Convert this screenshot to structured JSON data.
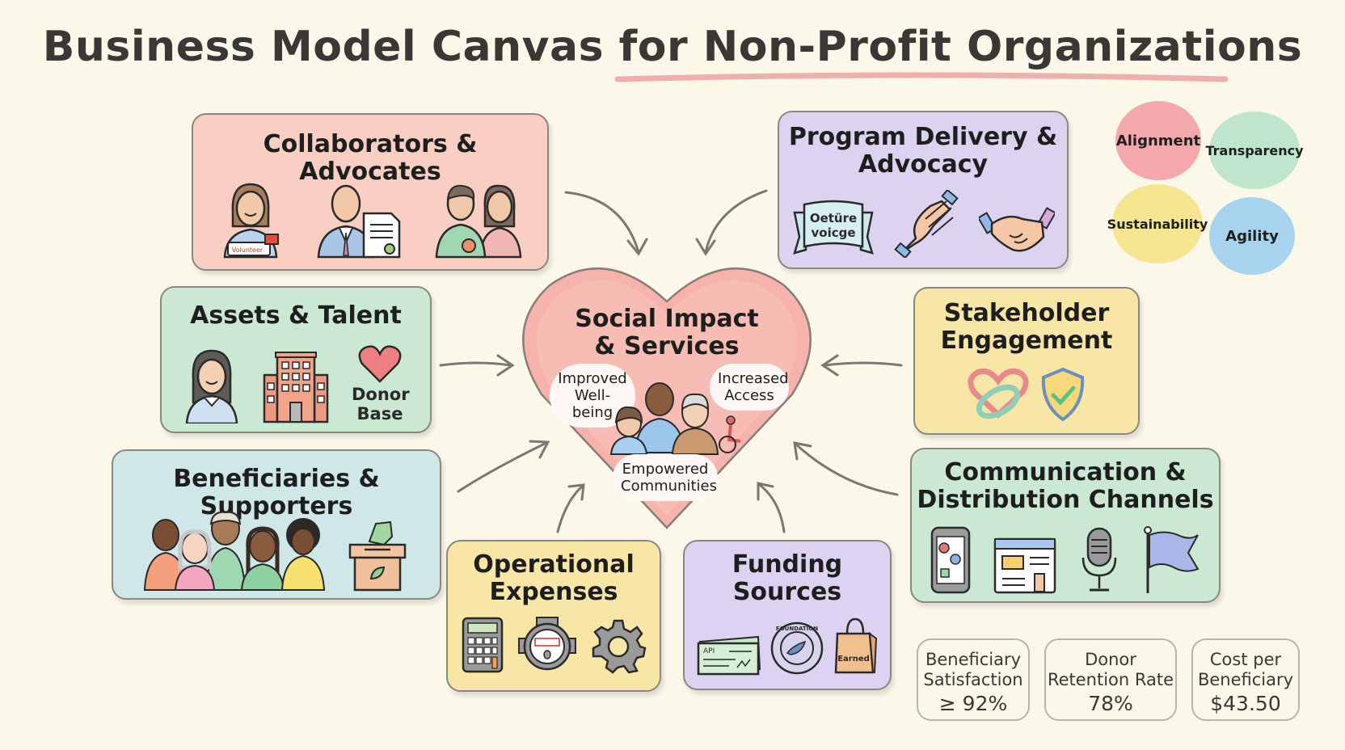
{
  "title": "Business Model Canvas for Non-Profit Organizations",
  "colors": {
    "background": "#fbf8ea",
    "underline": "#e98a8a",
    "heart": "#f4a9a1",
    "pink_box": "#f8cfc2",
    "lavender_box": "#dcd3f1",
    "mint_box": "#cbe8d3",
    "sky_box": "#cfe7e6",
    "butter_box": "#f8e6a6"
  },
  "center": {
    "title_line1": "Social Impact",
    "title_line2": "& Services",
    "bubbles": [
      {
        "line1": "Improved",
        "line2": "Well-being"
      },
      {
        "line1": "Increased",
        "line2": "Access"
      },
      {
        "line1": "Empowered",
        "line2": "Communities"
      }
    ]
  },
  "blocks": {
    "collaborators": {
      "title": "Collaborators & Advocates",
      "icons": [
        "volunteer-icon",
        "partner-with-document-icon",
        "advocates-icon"
      ],
      "badge_text": "Volunteer"
    },
    "assets": {
      "title": "Assets & Talent",
      "icons": [
        "staff-icon",
        "building-icon",
        "heart-icon"
      ],
      "caption_line1": "Donor",
      "caption_line2": "Base"
    },
    "beneficiaries": {
      "title": "Beneficiaries & Supporters",
      "icons": [
        "community-group-icon",
        "donation-box-icon"
      ]
    },
    "program": {
      "title_line1": "Program Delivery &",
      "title_line2": "Advocacy",
      "icons": [
        "banner-icon",
        "helping-hands-icon",
        "handshake-icon"
      ],
      "banner_line1": "Oetüre",
      "banner_line2": "voicge"
    },
    "stakeholder": {
      "title_line1": "Stakeholder",
      "title_line2": "Engagement",
      "icons": [
        "interlinked-heart-icon",
        "shield-check-icon"
      ]
    },
    "channels": {
      "title_line1": "Communication &",
      "title_line2": "Distribution Channels",
      "icons": [
        "smartphone-icon",
        "website-icon",
        "microphone-icon",
        "flag-icon"
      ]
    },
    "expenses": {
      "title_line1": "Operational",
      "title_line2": "Expenses",
      "icons": [
        "calculator-icon",
        "meter-icon",
        "gear-icon"
      ]
    },
    "funding": {
      "title_line1": "Funding",
      "title_line2": "Sources",
      "icons": [
        "check-icon",
        "seal-icon",
        "shopping-bag-icon"
      ],
      "check_text": "API",
      "bag_text": "Earned",
      "seal_text": "FOUNDATION"
    }
  },
  "values": [
    {
      "label": "Alignment",
      "color": "#f4a8ac"
    },
    {
      "label": "Transparency",
      "color": "#bfe6cc"
    },
    {
      "label": "Sustainability",
      "color": "#f6e58e"
    },
    {
      "label": "Agility",
      "color": "#a8d3ee"
    }
  ],
  "kpis": [
    {
      "label_line1": "Beneficiary",
      "label_line2": "Satisfaction",
      "value": "≥ 92%"
    },
    {
      "label_line1": "Donor",
      "label_line2": "Retention Rate",
      "value": "78%"
    },
    {
      "label_line1": "Cost per",
      "label_line2": "Beneficiary",
      "value": "$43.50"
    }
  ]
}
